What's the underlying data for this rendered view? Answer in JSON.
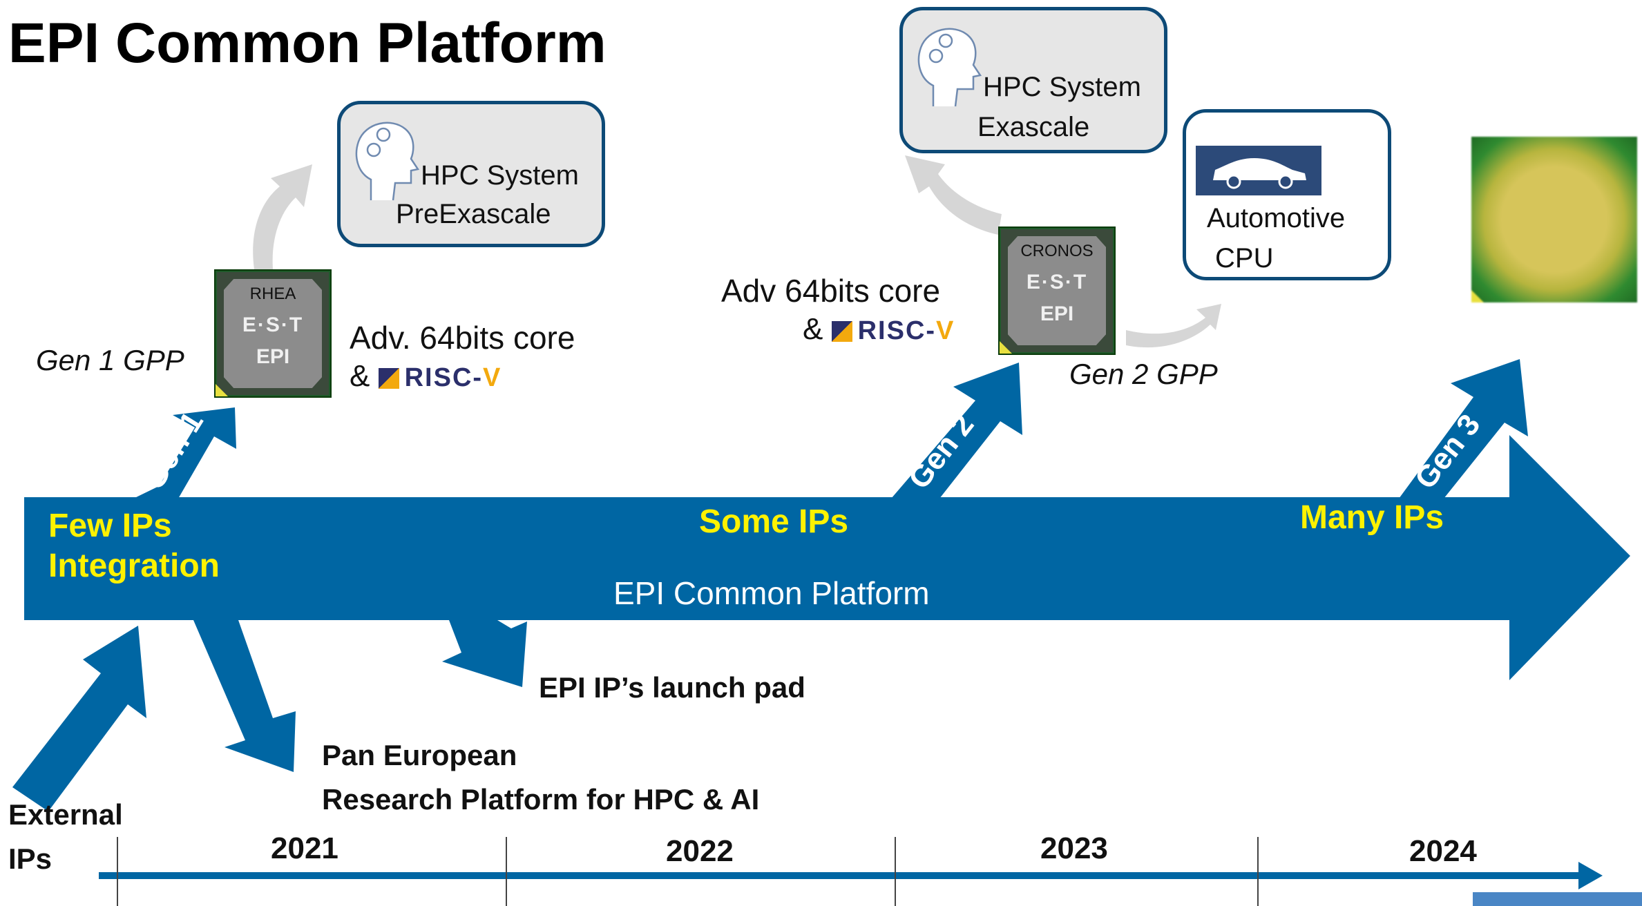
{
  "title": "EPI Common Platform",
  "cards": {
    "preexascale": {
      "line1": "HPC System",
      "line2": "PreExascale"
    },
    "exascale": {
      "line1": "HPC System",
      "line2": "Exascale"
    },
    "automotive": {
      "line1": "Automotive",
      "line2": "CPU"
    }
  },
  "chips": {
    "gen1": {
      "name": "RHEA",
      "brand1": "E·S·T",
      "brand2": "EPI"
    },
    "gen2": {
      "name": "CRONOS",
      "brand1": "E·S·T",
      "brand2": "EPI"
    }
  },
  "labels": {
    "gen1_gpp": "Gen 1 GPP",
    "gen2_gpp": "Gen 2 GPP",
    "core1_line1": "Adv. 64bits core",
    "core1_amp": "&",
    "core2_line1": "Adv 64bits core",
    "core2_amp": "&",
    "riscv_main": "RISC-",
    "riscv_v": "V",
    "few_ips_1": "Few IPs",
    "few_ips_2": "Integration",
    "some_ips": "Some IPs",
    "many_ips": "Many IPs",
    "platform": "EPI Common Platform",
    "launch_pad": "EPI IP’s launch pad",
    "research_1": "Pan European",
    "research_2": "Research Platform for HPC & AI",
    "external_1": "External",
    "external_2": "IPs"
  },
  "gens": [
    "Gen 1",
    "Gen 2",
    "Gen 3"
  ],
  "years": [
    "2021",
    "2022",
    "2023",
    "2024"
  ],
  "colors": {
    "arrow": "#0066a3",
    "card_border": "#0d4a77",
    "highlight": "#fff200",
    "gray_arrow": "#d6d6d6"
  }
}
